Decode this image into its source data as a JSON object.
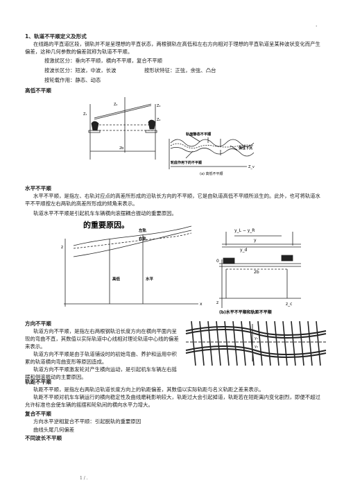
{
  "header": {
    "dot": "."
  },
  "sec1": {
    "title": "1、轨道不平顺定义及形式",
    "para": "在线路的平直道区段，钢轨并不是呈理想的平直状态，两根钢轨在高低和左右方向相对于理想的平直轨道呈某种波状变化而产生偏差，这种几何参数的偏差就称为轨道不平顺。",
    "c1": "按激扰区分：垂向不平顺，横向不平顺，复合不平顺",
    "c2a": "按波长区分：短波，中波，长波",
    "c2b": "按形状特征：正弦，余弦、凸台",
    "c3": "按轮载作用：静态、动态"
  },
  "vertical": {
    "title": "高低不平顺",
    "fig": {
      "z1": "Z₁",
      "z2": "Z₂",
      "z3": "Z₃",
      "z4": "Z₄",
      "width": "2b",
      "static": "轨面静态不平顺",
      "sink": "弹性下沉",
      "dynamic": "轮底作用下的不平顺",
      "zv": "Z_v",
      "caption": "(a) 高低不平顺"
    }
  },
  "level": {
    "title": "水平不平顺",
    "p1": "水平不平顺，是指左、右轨对应点的高差所形成的沿轨长方向的不平顺，它是由轨道高低不平顺所派生的。此外，也可将轨道水平不平顺按左右两轨的高差所形成的倾角来表示。",
    "p2": "轨道水平不平顺是引起机车车辆横向滚摆耦合振动的重要原因。",
    "fig": {
      "overflow": "的重要原因。",
      "left_rail": "左轨",
      "right_rail": "右轨",
      "diff": "高低",
      "level": "水平",
      "z": "z",
      "x": "x",
      "zero": "0",
      "yl": "y_L",
      "yr": "y_R",
      "y": "y",
      "yd": "y_d",
      "b2": "2b",
      "zc": "z_c",
      "caption": "(b)水平不平顺和轨距不平顺"
    }
  },
  "direction": {
    "title": "方向不平顺",
    "p1": "轨道方向不平顺，是指左右两根钢轨沿长度方向在横向平面内呈现的弯曲不直，其数值以实际轨道中心线相对理论轨道中心线的偏差来表示。",
    "p2": "轨道方向不平顺是由于轨道铺设时的初始弯曲、养护和运用中积累的轨道横向弯曲变形等原因造成。",
    "p3": "轨道方向不平顺激发轮对产生横向运动，是引起机车车辆左右摇摆和侧滚振动的主要原因。",
    "fig": {
      "y1": "y₁",
      "y2": "y₂"
    }
  },
  "gauge": {
    "title": "轨距不平顺",
    "p1": "轨距不平顺，是指左右两轨沿轨道长度方向上的轨距偏差，其数值以实际轨距与名义轨距之差来表示。",
    "p2": "轨距不平顺对机车车辆运行的横向稳定性及曲线磨耗影响较大，轨距过大会引起掉道，轨距若在短距离内变化剧烈，即便不超过允许标准也会使车辆的摇摆和轮轨间的横向水平力增大。"
  },
  "compound": {
    "title": "复合不平顺",
    "l1": "方向水平逆相复合不平顺：引起脱轨的重要原因",
    "l2": "曲线头尾几何偏差"
  },
  "wavelength": {
    "title": "不同波长不平顺"
  },
  "footer": {
    "mark": "1 / ."
  }
}
